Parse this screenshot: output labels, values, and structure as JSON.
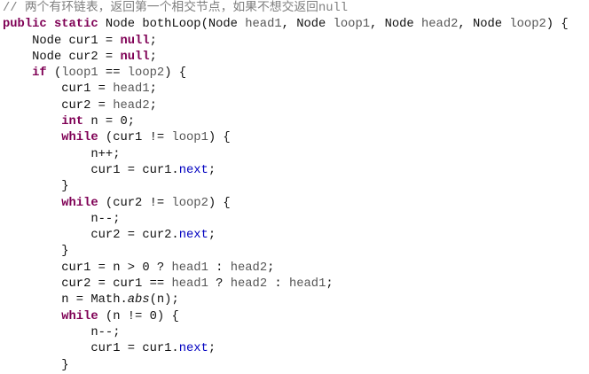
{
  "colors": {
    "keyword": "#7f0055",
    "comment": "#808080",
    "field": "#0000c0",
    "text": "#111111"
  },
  "code": {
    "lines": [
      {
        "indent": 0,
        "tokens": [
          [
            "// 两个有环链表，返回第一个相交节点，如果不想交返回null",
            "cm"
          ]
        ]
      },
      {
        "indent": 0,
        "tokens": [
          [
            "public",
            "kw"
          ],
          [
            " ",
            ""
          ],
          [
            "static",
            "kw"
          ],
          [
            " Node bothLoop(Node ",
            ""
          ],
          [
            "head1",
            "pm"
          ],
          [
            ", Node ",
            ""
          ],
          [
            "loop1",
            "pm"
          ],
          [
            ", Node ",
            ""
          ],
          [
            "head2",
            "pm"
          ],
          [
            ", Node ",
            ""
          ],
          [
            "loop2",
            "pm"
          ],
          [
            ") {",
            ""
          ]
        ]
      },
      {
        "indent": 1,
        "tokens": [
          [
            "Node cur1 = ",
            ""
          ],
          [
            "null",
            "kw"
          ],
          [
            ";",
            ""
          ]
        ]
      },
      {
        "indent": 1,
        "tokens": [
          [
            "Node cur2 = ",
            ""
          ],
          [
            "null",
            "kw"
          ],
          [
            ";",
            ""
          ]
        ]
      },
      {
        "indent": 1,
        "tokens": [
          [
            "if",
            "kw"
          ],
          [
            " (",
            ""
          ],
          [
            "loop1",
            "pm"
          ],
          [
            " == ",
            ""
          ],
          [
            "loop2",
            "pm"
          ],
          [
            ") {",
            ""
          ]
        ]
      },
      {
        "indent": 2,
        "tokens": [
          [
            "cur1 = ",
            ""
          ],
          [
            "head1",
            "pm"
          ],
          [
            ";",
            ""
          ]
        ]
      },
      {
        "indent": 2,
        "tokens": [
          [
            "cur2 = ",
            ""
          ],
          [
            "head2",
            "pm"
          ],
          [
            ";",
            ""
          ]
        ]
      },
      {
        "indent": 2,
        "tokens": [
          [
            "int",
            "kw"
          ],
          [
            " n = 0;",
            ""
          ]
        ]
      },
      {
        "indent": 2,
        "tokens": [
          [
            "while",
            "kw"
          ],
          [
            " (cur1 != ",
            ""
          ],
          [
            "loop1",
            "pm"
          ],
          [
            ") {",
            ""
          ]
        ]
      },
      {
        "indent": 3,
        "tokens": [
          [
            "n++;",
            ""
          ]
        ]
      },
      {
        "indent": 3,
        "tokens": [
          [
            "cur1 = cur1.",
            ""
          ],
          [
            "next",
            "fld"
          ],
          [
            ";",
            ""
          ]
        ]
      },
      {
        "indent": 2,
        "tokens": [
          [
            "}",
            ""
          ]
        ]
      },
      {
        "indent": 2,
        "tokens": [
          [
            "while",
            "kw"
          ],
          [
            " (cur2 != ",
            ""
          ],
          [
            "loop2",
            "pm"
          ],
          [
            ") {",
            ""
          ]
        ]
      },
      {
        "indent": 3,
        "tokens": [
          [
            "n--;",
            ""
          ]
        ]
      },
      {
        "indent": 3,
        "tokens": [
          [
            "cur2 = cur2.",
            ""
          ],
          [
            "next",
            "fld"
          ],
          [
            ";",
            ""
          ]
        ]
      },
      {
        "indent": 2,
        "tokens": [
          [
            "}",
            ""
          ]
        ]
      },
      {
        "indent": 2,
        "tokens": [
          [
            "cur1 = n > 0 ? ",
            ""
          ],
          [
            "head1",
            "pm"
          ],
          [
            " : ",
            ""
          ],
          [
            "head2",
            "pm"
          ],
          [
            ";",
            ""
          ]
        ]
      },
      {
        "indent": 2,
        "tokens": [
          [
            "cur2 = cur1 == ",
            ""
          ],
          [
            "head1",
            "pm"
          ],
          [
            " ? ",
            ""
          ],
          [
            "head2",
            "pm"
          ],
          [
            " : ",
            ""
          ],
          [
            "head1",
            "pm"
          ],
          [
            ";",
            ""
          ]
        ]
      },
      {
        "indent": 2,
        "tokens": [
          [
            "n = Math.",
            ""
          ],
          [
            "abs",
            "it"
          ],
          [
            "(n);",
            ""
          ]
        ]
      },
      {
        "indent": 2,
        "tokens": [
          [
            "while",
            "kw"
          ],
          [
            " (n != 0) {",
            ""
          ]
        ]
      },
      {
        "indent": 3,
        "tokens": [
          [
            "n--;",
            ""
          ]
        ]
      },
      {
        "indent": 3,
        "tokens": [
          [
            "cur1 = cur1.",
            ""
          ],
          [
            "next",
            "fld"
          ],
          [
            ";",
            ""
          ]
        ]
      },
      {
        "indent": 2,
        "tokens": [
          [
            "}",
            ""
          ]
        ]
      }
    ]
  }
}
